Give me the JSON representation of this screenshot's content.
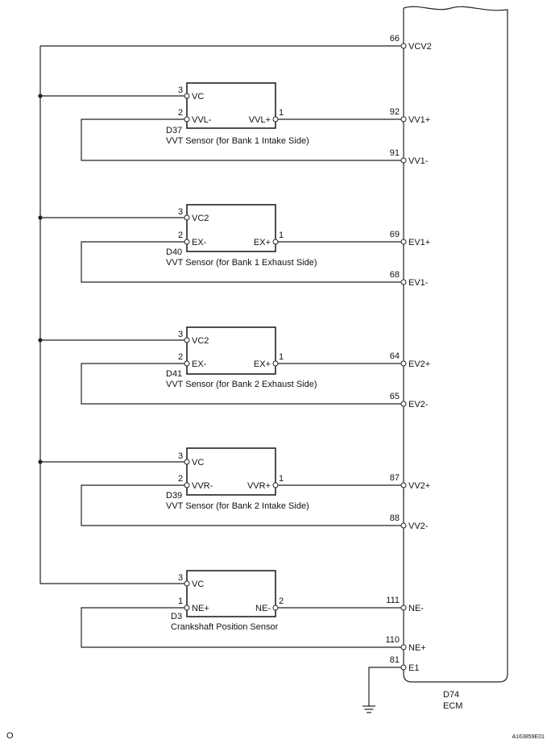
{
  "ecm": {
    "connector": "D74",
    "name": "ECM"
  },
  "ecm_pins": [
    {
      "num": "66",
      "label": "VCV2"
    },
    {
      "num": "92",
      "label": "VV1+"
    },
    {
      "num": "91",
      "label": "VV1-"
    },
    {
      "num": "69",
      "label": "EV1+"
    },
    {
      "num": "68",
      "label": "EV1-"
    },
    {
      "num": "64",
      "label": "EV2+"
    },
    {
      "num": "65",
      "label": "EV2-"
    },
    {
      "num": "87",
      "label": "VV2+"
    },
    {
      "num": "88",
      "label": "VV2-"
    },
    {
      "num": "111",
      "label": "NE-"
    },
    {
      "num": "110",
      "label": "NE+"
    },
    {
      "num": "81",
      "label": "E1"
    }
  ],
  "sensors": [
    {
      "connector": "D37",
      "name": "VVT Sensor (for Bank 1 Intake Side)",
      "pin_top_num": "3",
      "pin_top_label": "VC",
      "pin_left_num": "2",
      "pin_left_label": "VVL-",
      "pin_right_num": "1",
      "pin_right_label": "VVL+"
    },
    {
      "connector": "D40",
      "name": "VVT Sensor (for Bank 1 Exhaust Side)",
      "pin_top_num": "3",
      "pin_top_label": "VC2",
      "pin_left_num": "2",
      "pin_left_label": "EX-",
      "pin_right_num": "1",
      "pin_right_label": "EX+"
    },
    {
      "connector": "D41",
      "name": "VVT Sensor (for Bank 2 Exhaust Side)",
      "pin_top_num": "3",
      "pin_top_label": "VC2",
      "pin_left_num": "2",
      "pin_left_label": "EX-",
      "pin_right_num": "1",
      "pin_right_label": "EX+"
    },
    {
      "connector": "D39",
      "name": "VVT Sensor (for Bank 2 Intake Side)",
      "pin_top_num": "3",
      "pin_top_label": "VC",
      "pin_left_num": "2",
      "pin_left_label": "VVR-",
      "pin_right_num": "1",
      "pin_right_label": "VVR+"
    },
    {
      "connector": "D3",
      "name": "Crankshaft Position Sensor",
      "pin_top_num": "3",
      "pin_top_label": "VC",
      "pin_left_num": "1",
      "pin_left_label": "NE+",
      "pin_right_num": "2",
      "pin_right_label": "NE-"
    }
  ],
  "footer": {
    "left_mark": "O",
    "figure_id": "A163859E01"
  }
}
